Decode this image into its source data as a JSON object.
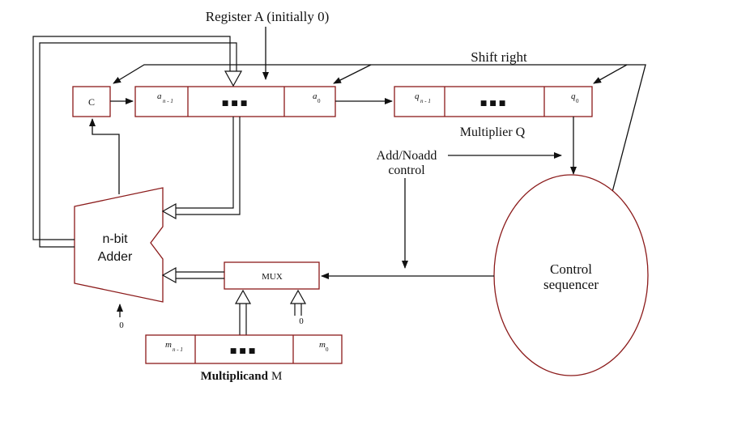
{
  "labels": {
    "register_a": "Register A  (initially 0)",
    "shift_right": "Shift right",
    "multiplier_q": "Multiplier Q",
    "add_noadd_1": "Add/Noadd",
    "add_noadd_2": "control",
    "adder_1": "n-bit",
    "adder_2": "Adder",
    "mux": "MUX",
    "control_1": "Control",
    "control_2": "sequencer",
    "multiplicand_bold": "Multiplicand",
    "multiplicand_m": "M",
    "carry": "C",
    "zero_adder": "0",
    "zero_mux": "0",
    "dots": "■■■"
  },
  "register_a": {
    "left": "a",
    "left_sub": "n - 1",
    "right": "a",
    "right_sub": "0"
  },
  "register_q": {
    "left": "q",
    "left_sub": "n - 1",
    "right": "q",
    "right_sub": "0"
  },
  "register_m": {
    "left": "m",
    "left_sub": "n - 1",
    "right": "m",
    "right_sub": "0"
  },
  "colors": {
    "box_border": "#8b1a1a",
    "line": "#111111"
  }
}
